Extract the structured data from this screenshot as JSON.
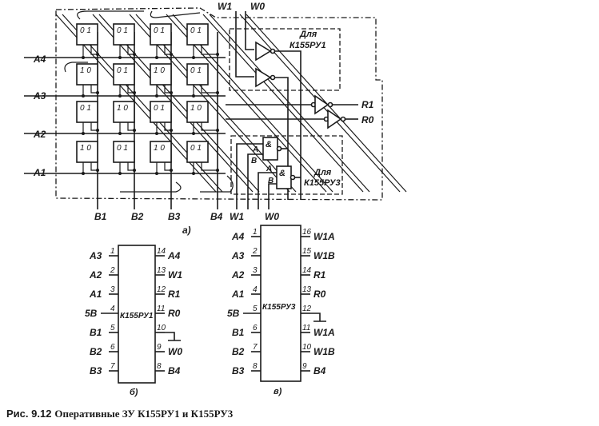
{
  "figure": {
    "caption_number": "Рис. 9.12",
    "caption_text": "Оперативные ЗУ К155РУ1 и К155РУ3"
  },
  "part_a": {
    "label": "а)",
    "row_labels": [
      "A4",
      "A3",
      "A2",
      "A1"
    ],
    "column_labels": [
      "B1",
      "B2",
      "B3",
      "B4"
    ],
    "cells": [
      [
        "0 1",
        "0 1",
        "0 1",
        "0 1"
      ],
      [
        "1 0",
        "0 1",
        "1 0",
        "0 1"
      ],
      [
        "0 1",
        "1 0",
        "0 1",
        "1 0"
      ],
      [
        "1 0",
        "0 1",
        "1 0",
        "0 1"
      ]
    ],
    "top_inputs": [
      "W1",
      "W0"
    ],
    "bottom_inputs": [
      "W1",
      "W0"
    ],
    "outputs": [
      "R1",
      "R0"
    ],
    "block_ru1_label": [
      "Для",
      "К155РУ1"
    ],
    "block_ru3_label": [
      "Для",
      "К155РУ3"
    ],
    "and_gate_symbol": "&",
    "gate_inputs": [
      "A",
      "B",
      "A",
      "B"
    ]
  },
  "part_b": {
    "label": "б)",
    "chip_name": "К155РУ1",
    "left_pins": [
      {
        "num": "1",
        "name": "A3"
      },
      {
        "num": "2",
        "name": "A2"
      },
      {
        "num": "3",
        "name": "A1"
      },
      {
        "num": "4",
        "name": "5В"
      },
      {
        "num": "5",
        "name": "B1"
      },
      {
        "num": "6",
        "name": "B2"
      },
      {
        "num": "7",
        "name": "B3"
      }
    ],
    "right_pins": [
      {
        "num": "14",
        "name": "A4"
      },
      {
        "num": "13",
        "name": "W1"
      },
      {
        "num": "12",
        "name": "R1"
      },
      {
        "num": "11",
        "name": "R0"
      },
      {
        "num": "10",
        "name": ""
      },
      {
        "num": "9",
        "name": "W0"
      },
      {
        "num": "8",
        "name": "B4"
      }
    ]
  },
  "part_c": {
    "label": "в)",
    "chip_name": "К155РУ3",
    "left_pins": [
      {
        "num": "1",
        "name": "A4"
      },
      {
        "num": "2",
        "name": "A3"
      },
      {
        "num": "3",
        "name": "A2"
      },
      {
        "num": "4",
        "name": "A1"
      },
      {
        "num": "5",
        "name": "5В"
      },
      {
        "num": "6",
        "name": "B1"
      },
      {
        "num": "7",
        "name": "B2"
      },
      {
        "num": "8",
        "name": "B3"
      }
    ],
    "right_pins": [
      {
        "num": "16",
        "name": "W1A"
      },
      {
        "num": "15",
        "name": "W1B"
      },
      {
        "num": "14",
        "name": "R1"
      },
      {
        "num": "13",
        "name": "R0"
      },
      {
        "num": "12",
        "name": ""
      },
      {
        "num": "11",
        "name": "W1A"
      },
      {
        "num": "10",
        "name": "W1B"
      },
      {
        "num": "9",
        "name": "B4"
      }
    ]
  }
}
